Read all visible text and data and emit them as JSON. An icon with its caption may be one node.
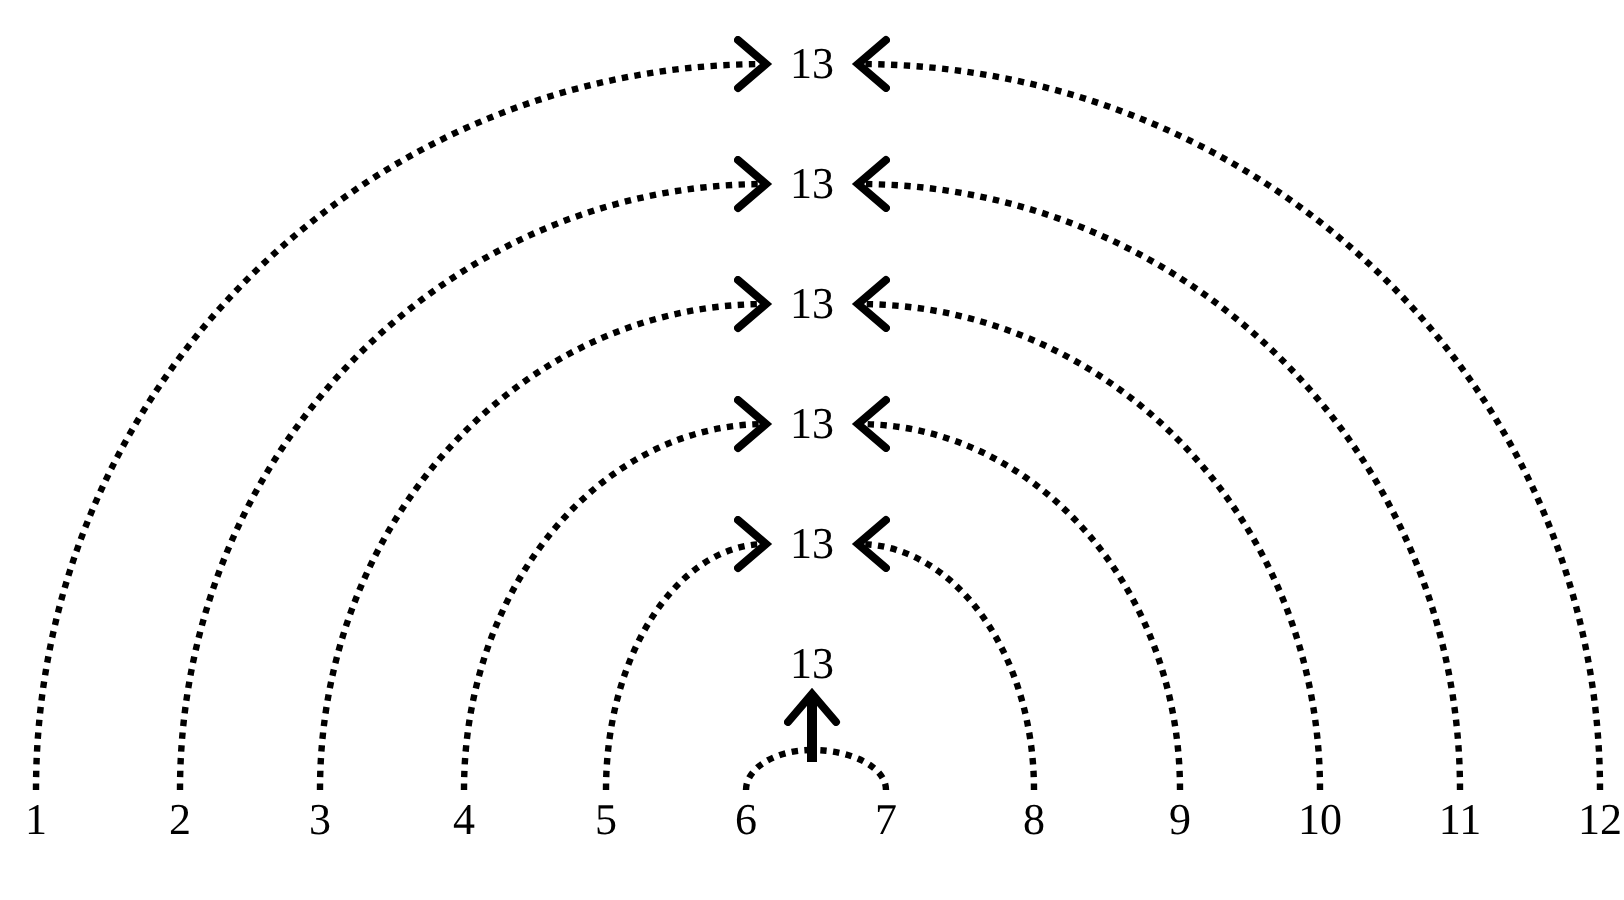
{
  "diagram": {
    "nodes": [
      {
        "text": [
          "13"
        ]
      },
      {
        "text": [
          "13"
        ]
      },
      {
        "text": [
          "13"
        ]
      },
      {
        "text": [
          "13"
        ]
      },
      {
        "text": [
          "13"
        ]
      },
      {
        "text": [
          "13"
        ]
      },
      {
        "text": [
          "1"
        ]
      },
      {
        "text": [
          "2"
        ]
      },
      {
        "text": [
          "3"
        ]
      },
      {
        "text": [
          "4"
        ]
      },
      {
        "text": [
          "5"
        ]
      },
      {
        "text": [
          "6"
        ]
      },
      {
        "text": [
          "7"
        ]
      },
      {
        "text": [
          "8"
        ]
      },
      {
        "text": [
          "9"
        ]
      },
      {
        "text": [
          "10"
        ]
      },
      {
        "text": [
          "11"
        ]
      },
      {
        "text": [
          "12"
        ]
      }
    ],
    "edges": [
      {
        "from": 6,
        "to": 0,
        "arrow": "to"
      },
      {
        "from": 17,
        "to": 0,
        "arrow": "to"
      },
      {
        "from": 7,
        "to": 1,
        "arrow": "to"
      },
      {
        "from": 16,
        "to": 1,
        "arrow": "to"
      },
      {
        "from": 8,
        "to": 2,
        "arrow": "to"
      },
      {
        "from": 15,
        "to": 2,
        "arrow": "to"
      },
      {
        "from": 9,
        "to": 3,
        "arrow": "to"
      },
      {
        "from": 14,
        "to": 3,
        "arrow": "to"
      },
      {
        "from": 10,
        "to": 4,
        "arrow": "to"
      },
      {
        "from": 13,
        "to": 4,
        "arrow": "to"
      },
      {
        "from": 11,
        "to": 5,
        "arrow": "to"
      },
      {
        "from": 12,
        "to": 5,
        "arrow": "to"
      }
    ]
  }
}
